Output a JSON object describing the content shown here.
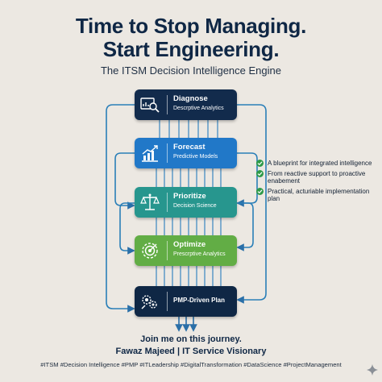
{
  "header": {
    "title_line1": "Time to Stop Managing.",
    "title_line2": "Start Engineering.",
    "subtitle": "The ITSM Decision Intelligence Engine"
  },
  "stages": [
    {
      "title": "Diagnose",
      "subtitle": "Descrptive Analytics",
      "icon": "magnifier-chart-icon",
      "color": "#122b4c"
    },
    {
      "title": "Forecast",
      "subtitle": "Predictive Models",
      "icon": "rising-chart-icon",
      "color": "#2178c8"
    },
    {
      "title": "Prioritize",
      "subtitle": "Decision Science",
      "icon": "balance-scale-icon",
      "color": "#27968e"
    },
    {
      "title": "Optimize",
      "subtitle": "Prescrptive Analytics",
      "icon": "target-icon",
      "color": "#62ad45"
    },
    {
      "title": "PMP-Driven Plan",
      "subtitle": "",
      "icon": "gears-icon",
      "color": "#0f2745"
    }
  ],
  "benefits": [
    "A blueprint for integrated intelligence",
    "From reactive support to proactive enabement",
    "Practical, acturiable implementation plan"
  ],
  "footer": {
    "join": "Join me on this journey.",
    "author": "Fawaz Majeed | IT Service Visionary",
    "hashtags": "#ITSM #Decision Intelligence #PMP #ITLeadership #DigitalTransformation #DataScience #ProjectManagement"
  },
  "colors": {
    "navy": "#0f2745",
    "blue": "#2178c8",
    "teal": "#27968e",
    "green": "#62ad45",
    "check": "#2e9a48",
    "background": "#ece8e2"
  }
}
